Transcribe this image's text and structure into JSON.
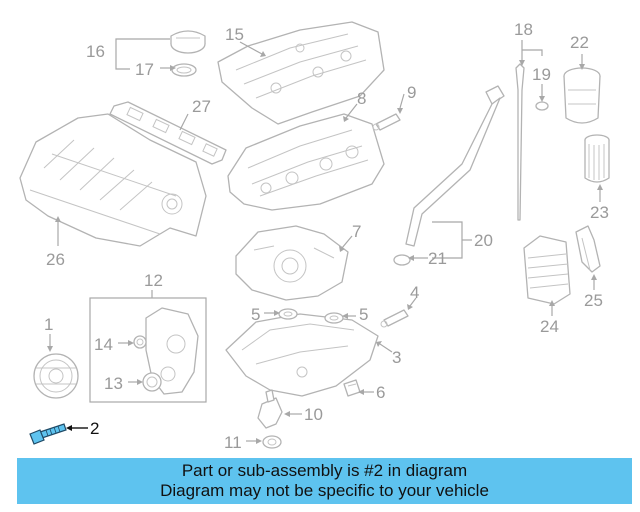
{
  "diagram": {
    "callouts": {
      "c1": "1",
      "c2": "2",
      "c3": "3",
      "c4": "4",
      "c5a": "5",
      "c5b": "5",
      "c6": "6",
      "c7": "7",
      "c8": "8",
      "c9": "9",
      "c10": "10",
      "c11": "11",
      "c12": "12",
      "c13": "13",
      "c14": "14",
      "c15": "15",
      "c16": "16",
      "c17": "17",
      "c18": "18",
      "c19": "19",
      "c20": "20",
      "c21": "21",
      "c22": "22",
      "c23": "23",
      "c24": "24",
      "c25": "25",
      "c26": "26",
      "c27": "27"
    },
    "highlight_color": "#5ec3ef"
  },
  "banner": {
    "line1": "Part or sub-assembly is #2 in diagram",
    "line2": "Diagram may not be specific to your vehicle",
    "background": "#5ec3ef"
  }
}
